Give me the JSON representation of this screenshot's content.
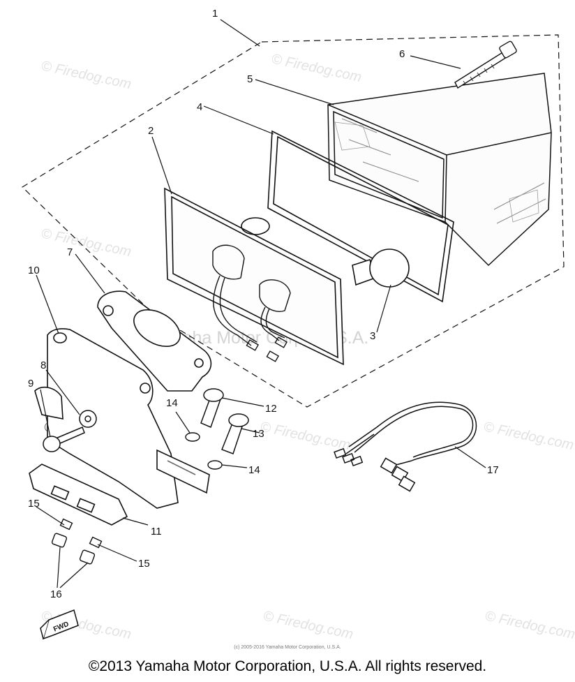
{
  "watermark": {
    "site": "© Firedog.com",
    "center": "Yamaha Motor Corp., U.S.A."
  },
  "callouts": [
    "1",
    "2",
    "3",
    "4",
    "5",
    "6",
    "7",
    "8",
    "9",
    "10",
    "11",
    "12",
    "13",
    "14",
    "14",
    "15",
    "15",
    "16",
    "17"
  ],
  "fwd_label": "FWD",
  "small_copyright": "(c) 2005-2016 Yamaha Motor Corporation, U.S.A.",
  "footer": "©2013 Yamaha Motor Corporation, U.S.A. All rights reserved."
}
